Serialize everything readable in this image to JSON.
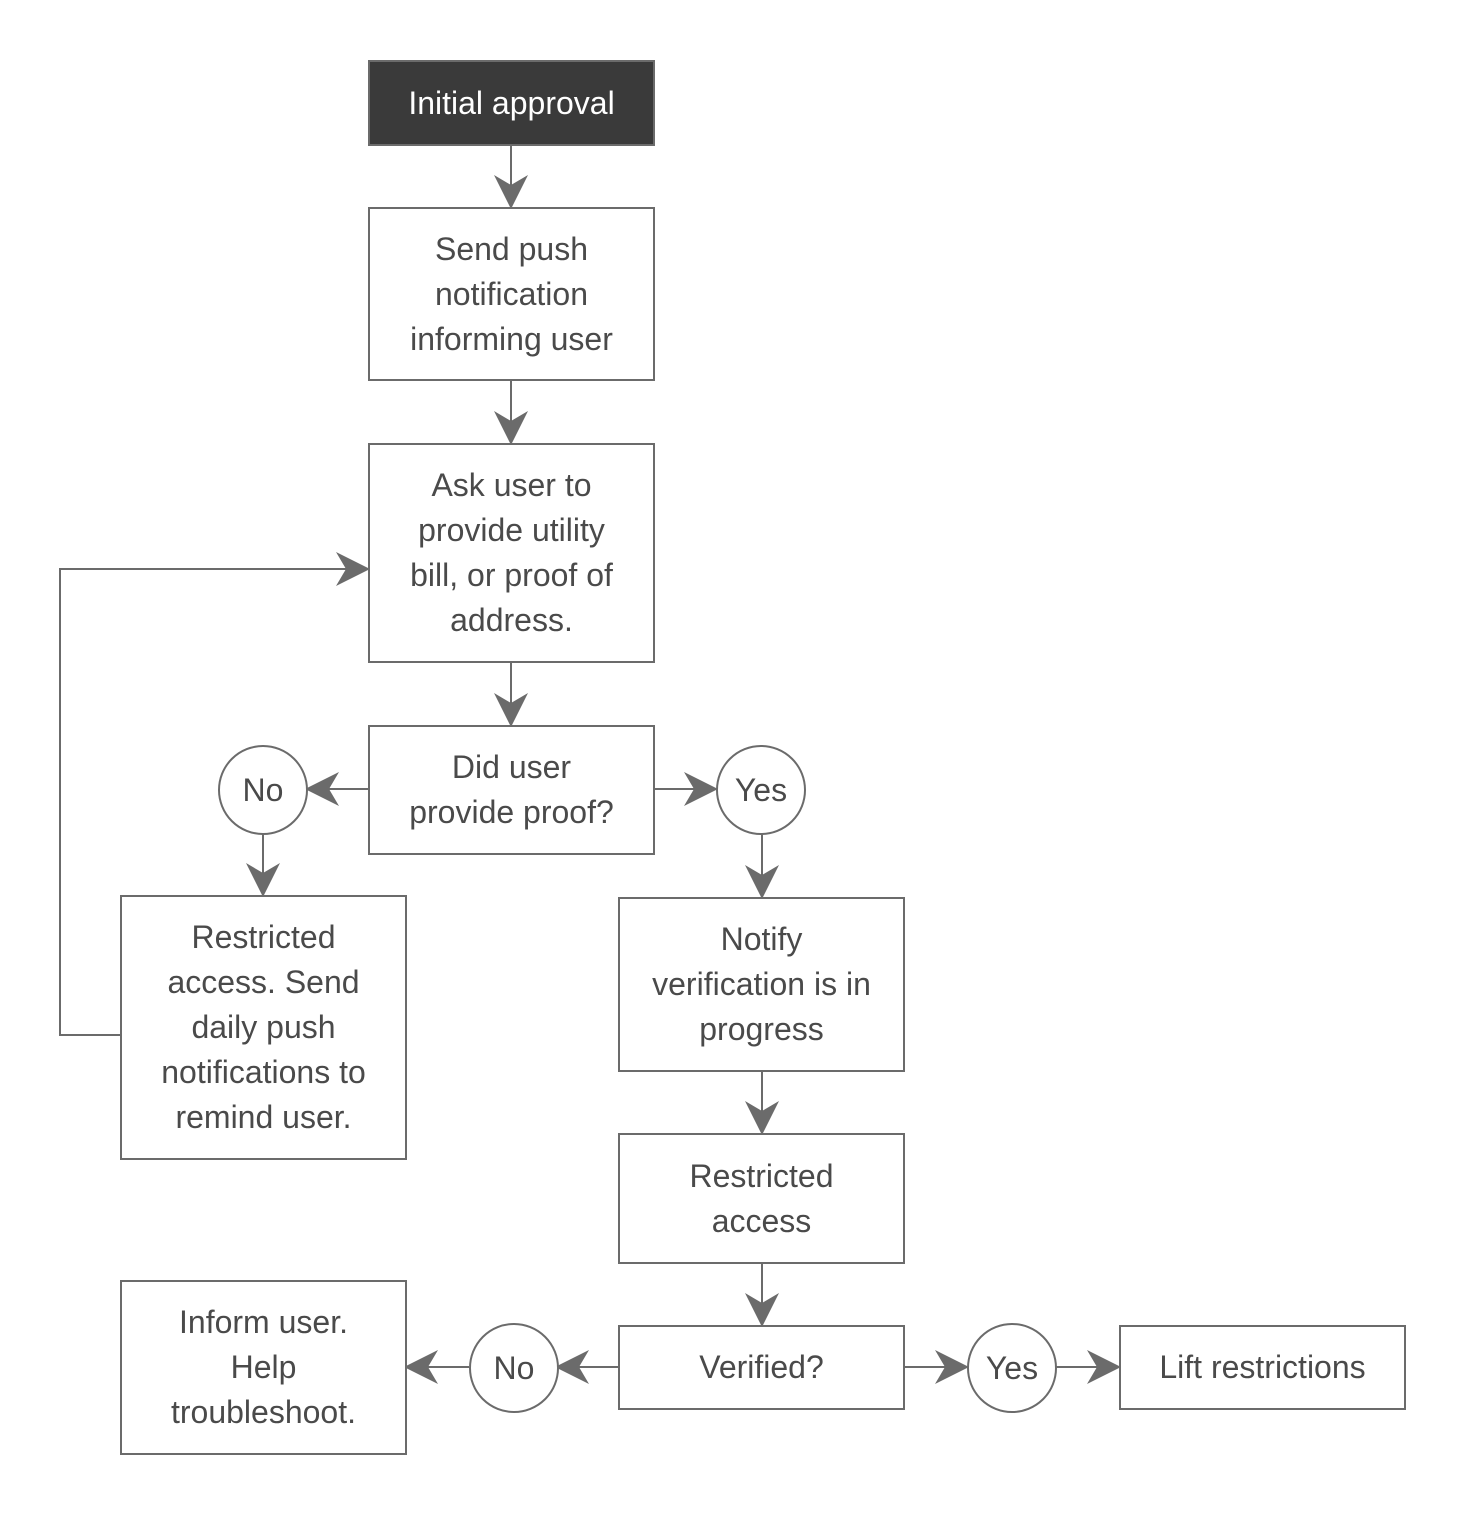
{
  "colors": {
    "line": "#6b6b6b",
    "text": "#4a4a4a",
    "start_fill": "#3a3a3a",
    "start_text": "#ffffff"
  },
  "nodes": {
    "initial_approval": "Initial approval",
    "send_push": "Send push\nnotification\ninforming user",
    "ask_proof": "Ask user to\nprovide utility\nbill, or proof of\naddress.",
    "did_user_provide": "Did user\nprovide proof?",
    "no_1": "No",
    "yes_1": "Yes",
    "restricted_send_daily": "Restricted\naccess. Send\ndaily push\nnotifications to\nremind user.",
    "notify_verification": "Notify\nverification is in\nprogress",
    "restricted_access": "Restricted\naccess",
    "verified": "Verified?",
    "no_2": "No",
    "yes_2": "Yes",
    "inform_user": "Inform user.\nHelp\ntroubleshoot.",
    "lift_restrictions": "Lift restrictions"
  }
}
